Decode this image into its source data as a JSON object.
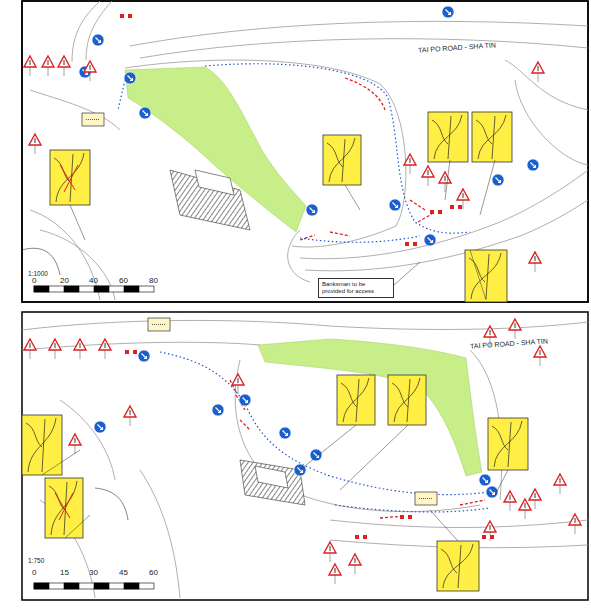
{
  "diagram": {
    "nodes": [
      {
        "text": [
          "Banksman to be provided for access"
        ]
      }
    ],
    "labels": [
      "TAI PO ROAD - SHA TIN",
      "1:1000",
      "0",
      "20",
      "40",
      "60",
      "80",
      "TAI PO ROAD - SHA TIN",
      "1:750",
      "0",
      "15",
      "30",
      "45",
      "60"
    ]
  }
}
